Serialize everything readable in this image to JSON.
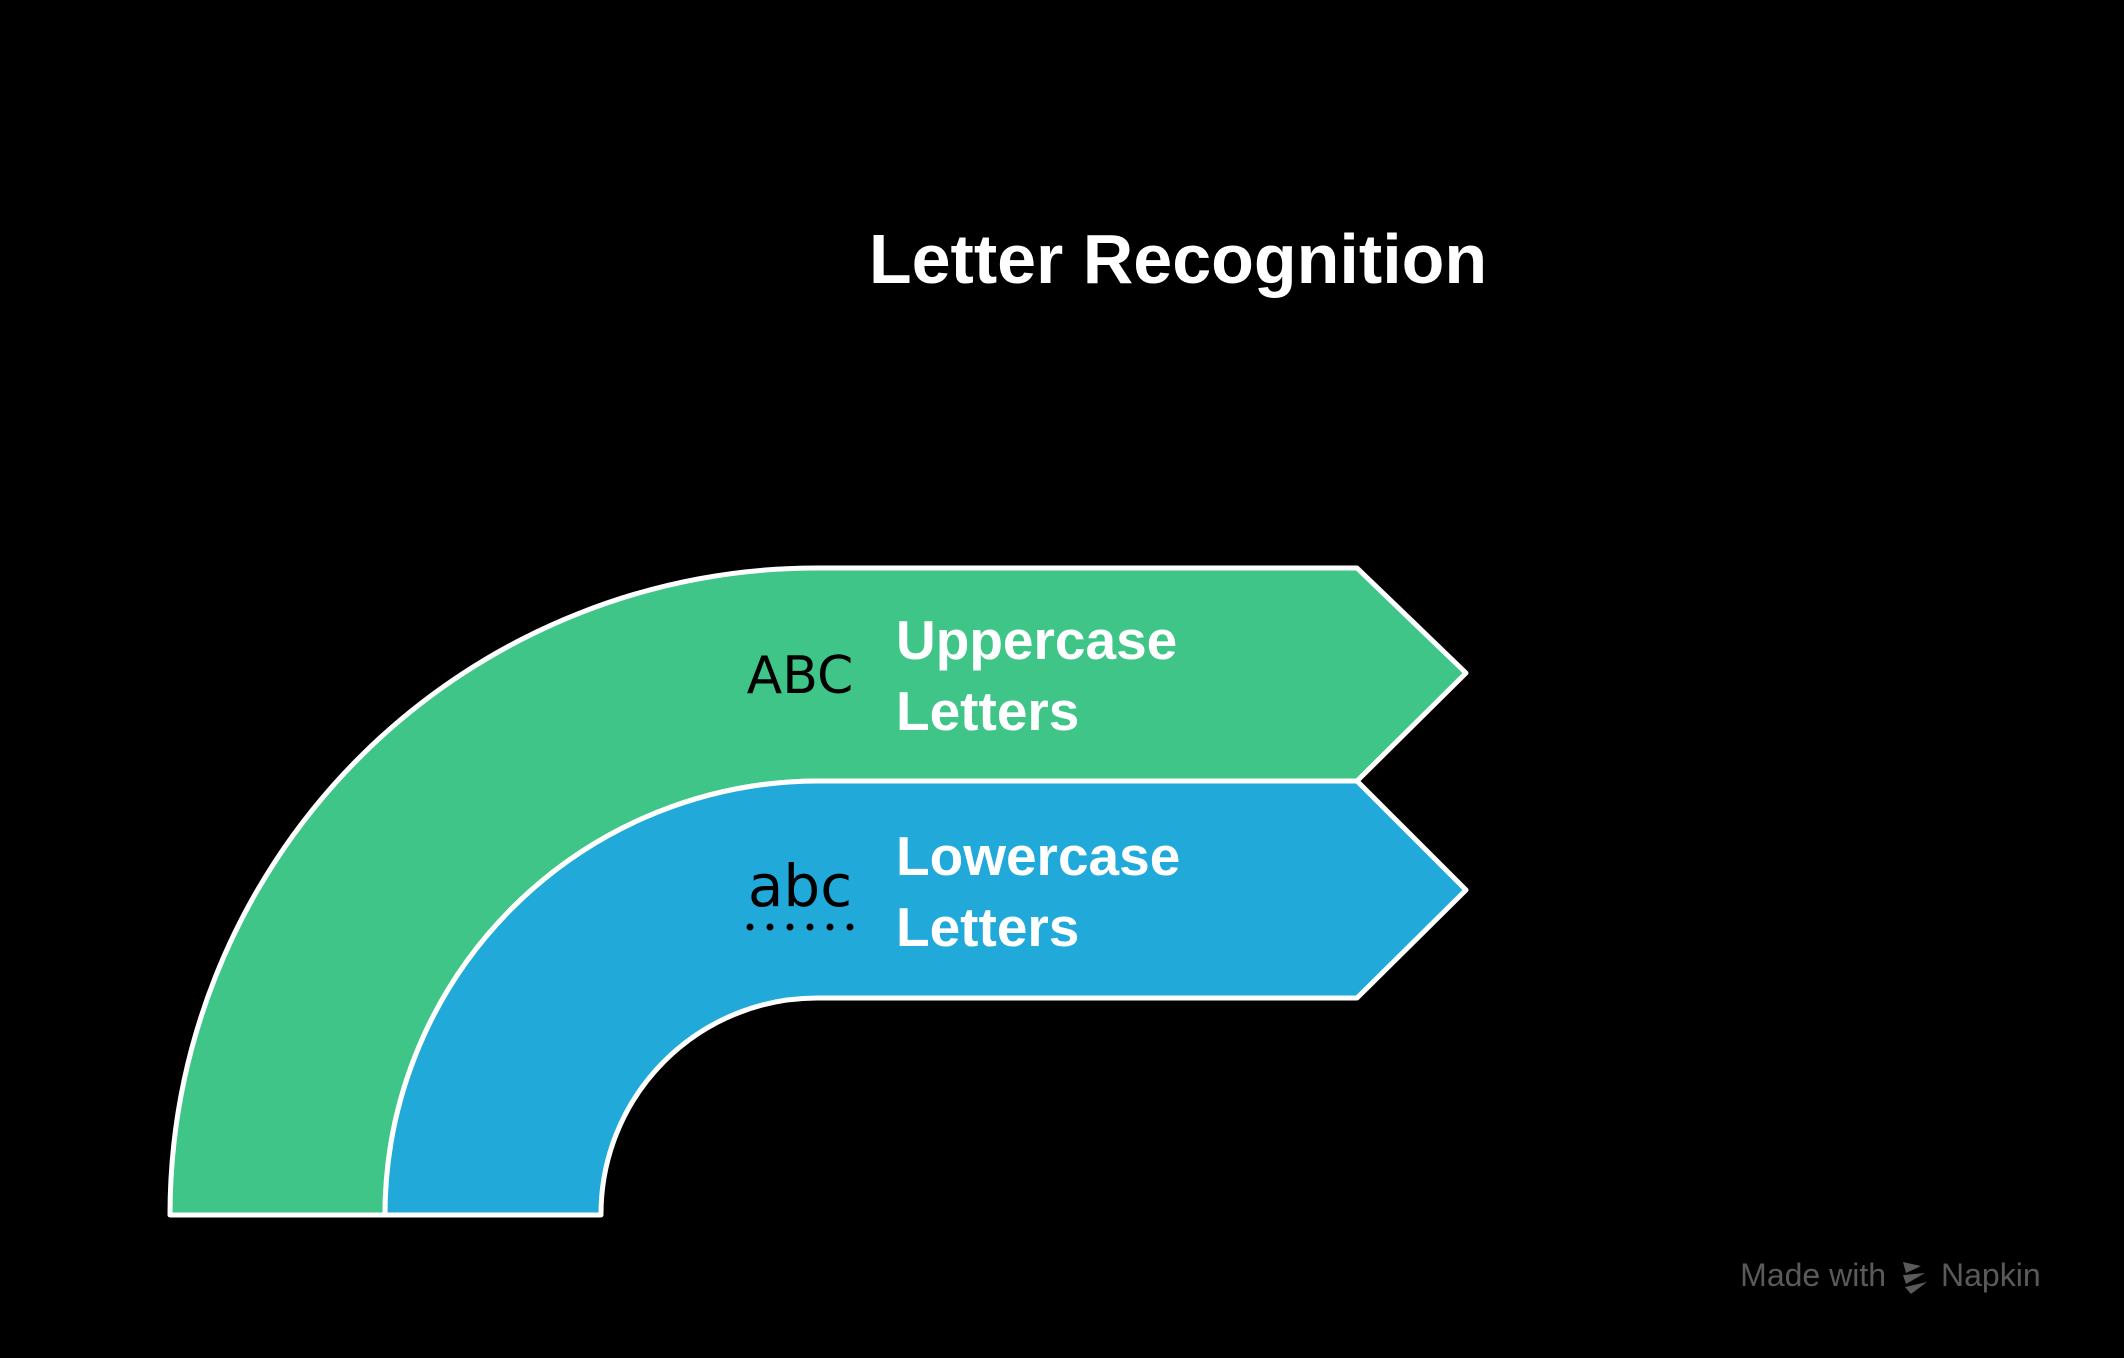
{
  "title": "Letter Recognition",
  "colors": {
    "background": "#000000",
    "uppercase_band": "#3fc587",
    "lowercase_band": "#21a9da",
    "outline": "#ffffff",
    "text": "#ffffff",
    "icon": "#000000",
    "footer": "#5a5a5a"
  },
  "items": [
    {
      "icon": "uppercase-abc-icon",
      "icon_text": "ABC",
      "label_line1": "Uppercase",
      "label_line2": "Letters"
    },
    {
      "icon": "lowercase-abc-icon",
      "icon_text": "abc",
      "label_line1": "Lowercase",
      "label_line2": "Letters"
    }
  ],
  "footer": {
    "made_with": "Made with",
    "brand": "Napkin",
    "brand_icon": "napkin-logo-icon"
  }
}
